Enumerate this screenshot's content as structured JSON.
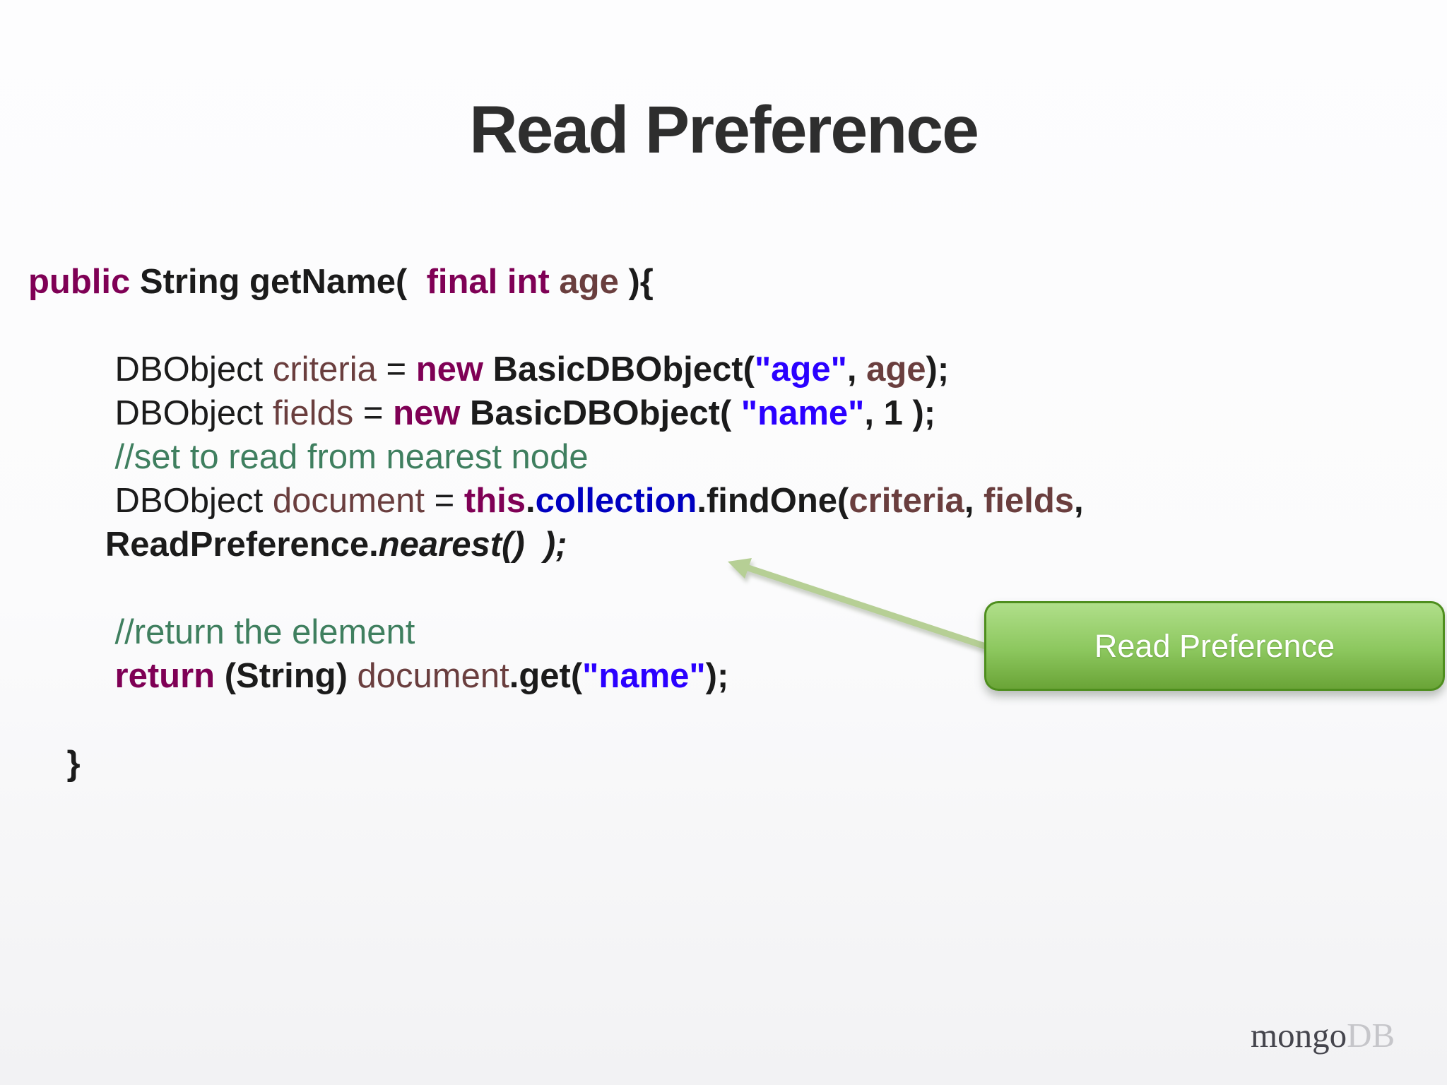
{
  "title": "Read Preference",
  "code": {
    "lines": [
      {
        "segments": [
          [
            "kw",
            "public"
          ],
          [
            "b",
            " String getName(  "
          ],
          [
            "kw",
            "final int"
          ],
          [
            "varb",
            " age"
          ],
          [
            "b",
            " ){"
          ]
        ]
      },
      {
        "segments": []
      },
      {
        "segments": [
          [
            "pln",
            "         DBObject "
          ],
          [
            "var",
            "criteria"
          ],
          [
            "pln",
            " = "
          ],
          [
            "kw",
            "new"
          ],
          [
            "b",
            " BasicDBObject("
          ],
          [
            "str",
            "\"age\""
          ],
          [
            "b",
            ", "
          ],
          [
            "varb",
            "age"
          ],
          [
            "b",
            ");"
          ]
        ]
      },
      {
        "segments": [
          [
            "pln",
            "         DBObject "
          ],
          [
            "var",
            "fields"
          ],
          [
            "pln",
            " = "
          ],
          [
            "kw",
            "new"
          ],
          [
            "b",
            " BasicDBObject( "
          ],
          [
            "str",
            "\"name\""
          ],
          [
            "b",
            ", 1 );"
          ]
        ]
      },
      {
        "segments": [
          [
            "com",
            "         //set to read from nearest node"
          ]
        ]
      },
      {
        "segments": [
          [
            "pln",
            "         DBObject "
          ],
          [
            "var",
            "document"
          ],
          [
            "pln",
            " = "
          ],
          [
            "kw",
            "this"
          ],
          [
            "b",
            "."
          ],
          [
            "fld",
            "collection"
          ],
          [
            "b",
            ".findOne("
          ],
          [
            "varb",
            "criteria"
          ],
          [
            "b",
            ", "
          ],
          [
            "varb",
            "fields"
          ],
          [
            "b",
            ","
          ]
        ]
      },
      {
        "segments": [
          [
            "pln",
            "        "
          ],
          [
            "b",
            "ReadPreference."
          ],
          [
            "bi",
            "nearest()  );"
          ]
        ]
      },
      {
        "segments": []
      },
      {
        "segments": [
          [
            "com",
            "         //return the element"
          ]
        ]
      },
      {
        "segments": [
          [
            "pln",
            "         "
          ],
          [
            "kw",
            "return"
          ],
          [
            "b",
            " (String) "
          ],
          [
            "var",
            "document"
          ],
          [
            "b",
            ".get("
          ],
          [
            "str",
            "\"name\""
          ],
          [
            "b",
            ");"
          ]
        ]
      },
      {
        "segments": []
      },
      {
        "segments": [
          [
            "b",
            "    }"
          ]
        ]
      }
    ]
  },
  "callout": {
    "label": "Read Preference"
  },
  "logo": {
    "part1": "mongo",
    "part2": "DB"
  },
  "colors": {
    "keyword": "#7F0055",
    "string": "#2A00FF",
    "comment": "#3F7F5F",
    "variable": "#6A3E3E",
    "field": "#0000C0",
    "code_text": "#1b1b1b",
    "title_text": "#2e2e2e",
    "callout_border": "#4e8e1e",
    "callout_top": "#b0df8a",
    "callout_bottom": "#6aa437",
    "callout_text": "#ffffff",
    "arrow": "#b6cf95",
    "logo_dark": "#45454d",
    "logo_light": "#c6c6ca"
  }
}
